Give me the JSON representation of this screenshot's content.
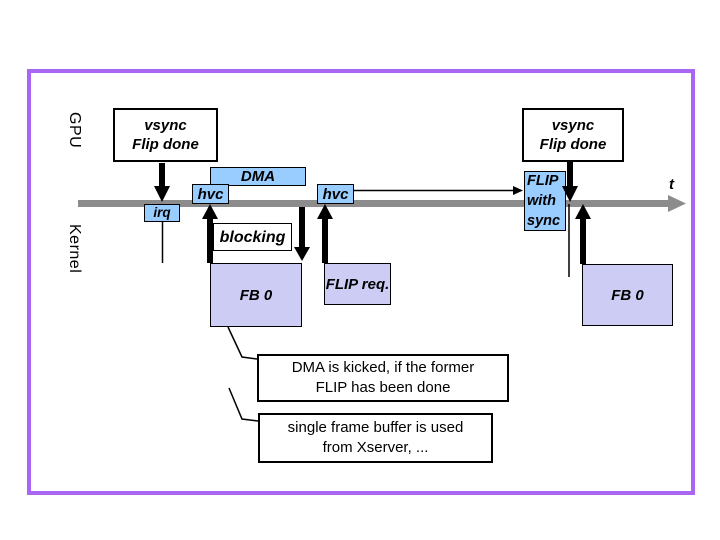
{
  "slide": {
    "gpu_label": "GPU",
    "kernel_label": "Kernel",
    "time_axis_label": "t",
    "vsync_box_1": {
      "line1": "vsync",
      "line2": "Flip done"
    },
    "vsync_box_2": {
      "line1": "vsync",
      "line2": "Flip done"
    },
    "dma_label": "DMA",
    "hvc_label_1": "hvc",
    "hvc_label_2": "hvc",
    "irq_label": "irq",
    "flip_with_sync": {
      "line1": "FLIP",
      "line2": "with",
      "line3": "sync"
    },
    "blocking_label": "blocking",
    "fb0_left_label": "FB 0",
    "flip_req_label": "FLIP req.",
    "fb0_right_label": "FB 0",
    "callout_dma": {
      "line1": "DMA is kicked, if the former",
      "line2": "FLIP has been done"
    },
    "callout_single_fb": {
      "line1": "single frame buffer is used",
      "line2": "from Xserver, ..."
    }
  },
  "colors": {
    "frame_purple": "#a866f2",
    "box_blue": "#99ccff",
    "box_lavender": "#ccccf5",
    "axis_gray": "#8c8c8c"
  }
}
